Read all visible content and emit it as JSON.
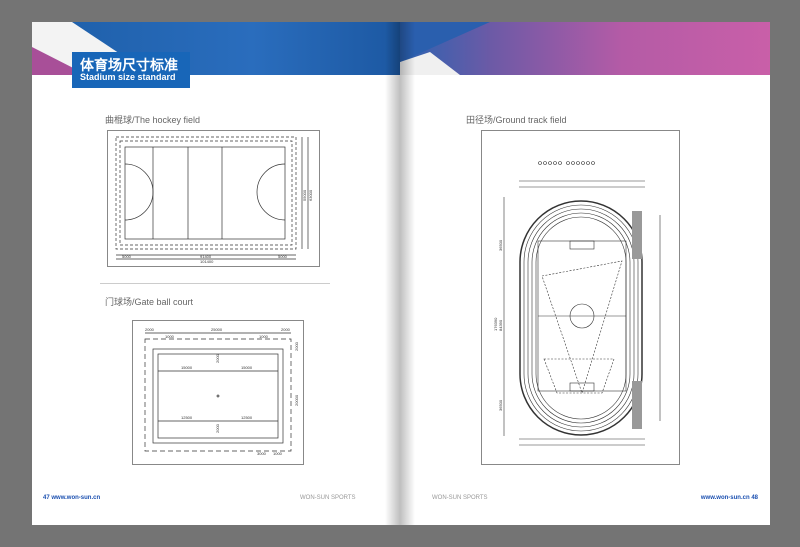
{
  "header": {
    "title_zh": "体育场尺寸标准",
    "title_en": "Stadium size standard"
  },
  "sections": {
    "hockey": {
      "label": "曲棍球/The hockey field",
      "dims": [
        "5000",
        "91400",
        "101400",
        "5000",
        "55000",
        "63000"
      ]
    },
    "gateball": {
      "label": "门球场/Gate ball court",
      "dims": [
        "2000",
        "25000",
        "2000",
        "1000",
        "1000",
        "2000",
        "15000",
        "15000",
        "12500",
        "12500",
        "20000",
        "2000",
        "2000",
        "3000",
        "1000"
      ]
    },
    "track": {
      "label": "田径场/Ground track field",
      "dims": [
        "36500",
        "84390",
        "176390",
        "36500"
      ]
    }
  },
  "footer": {
    "left_page": "47",
    "left_site": "www.won-sun.cn",
    "left_brand": "WON-SUN SPORTS",
    "right_brand": "WON-SUN SPORTS",
    "right_site": "www.won-sun.cn",
    "right_page": "48"
  }
}
